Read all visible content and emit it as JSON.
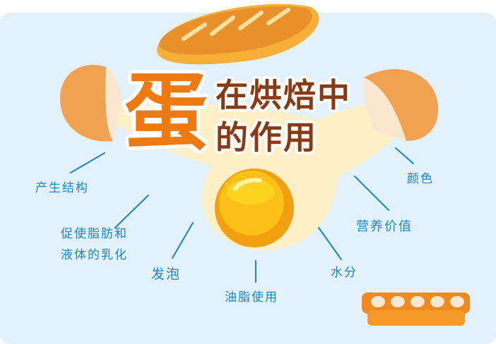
{
  "title": {
    "main_char": "蛋",
    "line1": "在烘焙中",
    "line2": "的作用"
  },
  "labels": {
    "structure": "产生结构",
    "emulsify_1": "促使脂肪和",
    "emulsify_2": "液体的乳化",
    "foaming": "发泡",
    "fat_use": "油脂使用",
    "moisture": "水分",
    "nutrition": "营养价值",
    "color": "颜色"
  },
  "colors": {
    "background": "#e2f1fb",
    "label": "#1786cc",
    "title_orange": "#f07a12",
    "title_brown": "#8a3a12"
  }
}
